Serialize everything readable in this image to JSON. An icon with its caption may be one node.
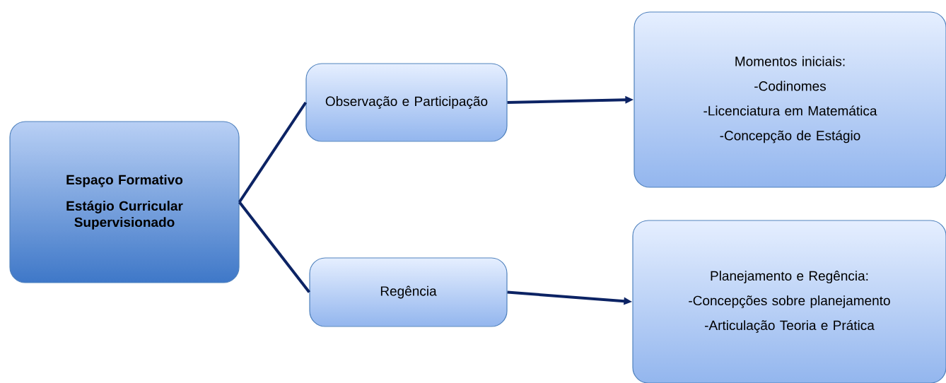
{
  "diagram": {
    "nodes": [
      {
        "text": [
          "Espaço Formativo",
          "Estágio Curricular Supervisionado"
        ]
      },
      {
        "text": [
          "Observação e Participação"
        ]
      },
      {
        "text": [
          "Regência"
        ]
      },
      {
        "text": [
          "Momentos iniciais:",
          "-Codinomes",
          "-Licenciatura em Matemática",
          "-Concepção de Estágio"
        ]
      },
      {
        "text": [
          "Planejamento e Regência:",
          "-Concepções sobre planejamento",
          "-Articulação Teoria e Prática"
        ]
      }
    ],
    "edges": [
      {
        "from": 0,
        "to": 1,
        "arrow": "none"
      },
      {
        "from": 0,
        "to": 2,
        "arrow": "none"
      },
      {
        "from": 1,
        "to": 3,
        "arrow": "to"
      },
      {
        "from": 2,
        "to": 4,
        "arrow": "to"
      }
    ]
  }
}
